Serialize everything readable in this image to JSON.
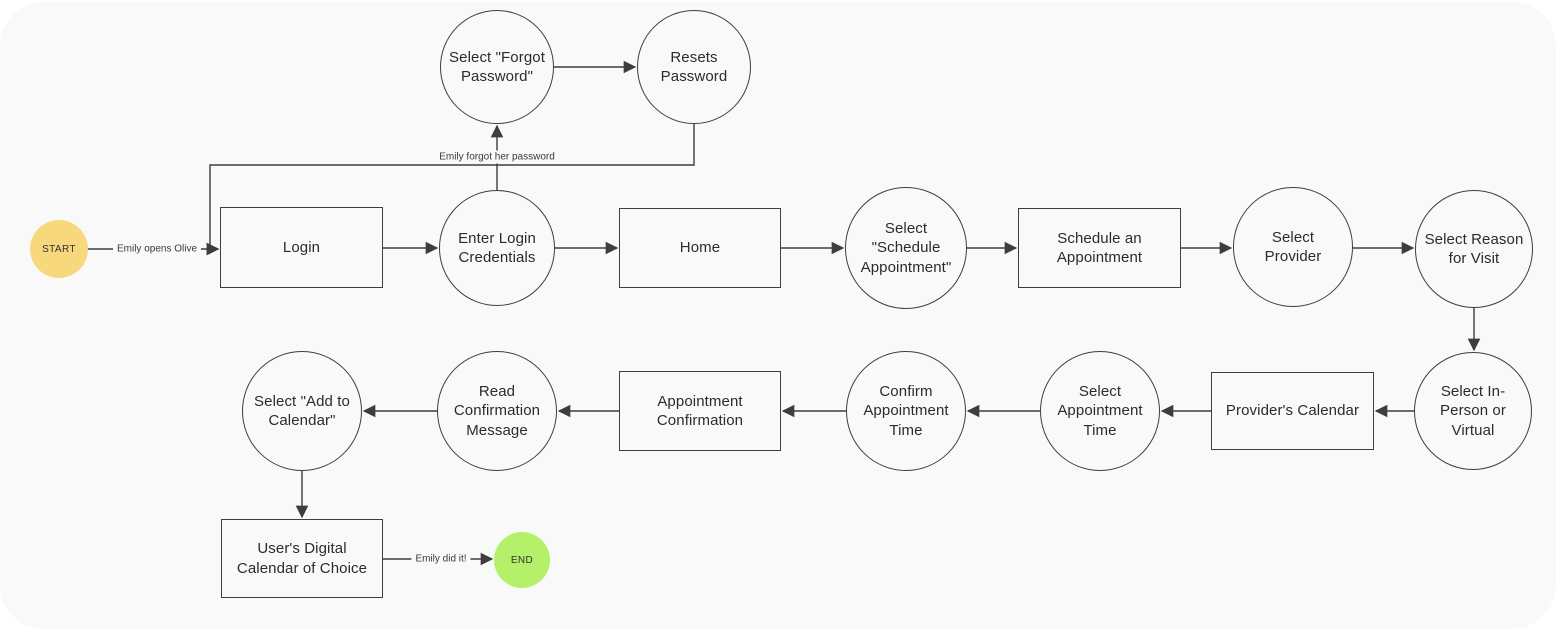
{
  "canvas": {
    "background": "#f9f9fa",
    "page_background": "#ffffff",
    "line_color": "#3d3d3d",
    "text_color": "#2b2b2b"
  },
  "terminals": {
    "start": {
      "label": "START",
      "fill": "#f8d87d"
    },
    "end": {
      "label": "END",
      "fill": "#b5f06b"
    }
  },
  "nodes": [
    {
      "id": "login",
      "shape": "rectangle",
      "label": "Login"
    },
    {
      "id": "enter-login-credentials",
      "shape": "circle",
      "label": "Enter Login\nCredentials"
    },
    {
      "id": "select-forgot-password",
      "shape": "circle",
      "label": "Select \"Forgot\nPassword\""
    },
    {
      "id": "resets-password",
      "shape": "circle",
      "label": "Resets\nPassword"
    },
    {
      "id": "home",
      "shape": "rectangle",
      "label": "Home"
    },
    {
      "id": "select-schedule-appointment",
      "shape": "circle",
      "label": "Select\n\"Schedule\nAppointment\""
    },
    {
      "id": "schedule-an-appointment",
      "shape": "rectangle",
      "label": "Schedule an\nAppointment"
    },
    {
      "id": "select-provider",
      "shape": "circle",
      "label": "Select\nProvider"
    },
    {
      "id": "select-reason-for-visit",
      "shape": "circle",
      "label": "Select Reason\nfor Visit"
    },
    {
      "id": "select-in-person-or-virtual",
      "shape": "circle",
      "label": "Select In-\nPerson or\nVirtual"
    },
    {
      "id": "providers-calendar",
      "shape": "rectangle",
      "label": "Provider's Calendar"
    },
    {
      "id": "select-appointment-time",
      "shape": "circle",
      "label": "Select\nAppointment\nTime"
    },
    {
      "id": "confirm-appointment-time",
      "shape": "circle",
      "label": "Confirm\nAppointment\nTime"
    },
    {
      "id": "appointment-confirmation",
      "shape": "rectangle",
      "label": "Appointment\nConfirmation"
    },
    {
      "id": "read-confirmation-message",
      "shape": "circle",
      "label": "Read\nConfirmation\nMessage"
    },
    {
      "id": "select-add-to-calendar",
      "shape": "circle",
      "label": "Select \"Add to\nCalendar\""
    },
    {
      "id": "users-digital-calendar",
      "shape": "rectangle",
      "label": "User's Digital\nCalendar of Choice"
    }
  ],
  "edge_labels": {
    "opens": "Emily opens Olive",
    "forgot": "Emily forgot her password",
    "done": "Emily did it!"
  }
}
